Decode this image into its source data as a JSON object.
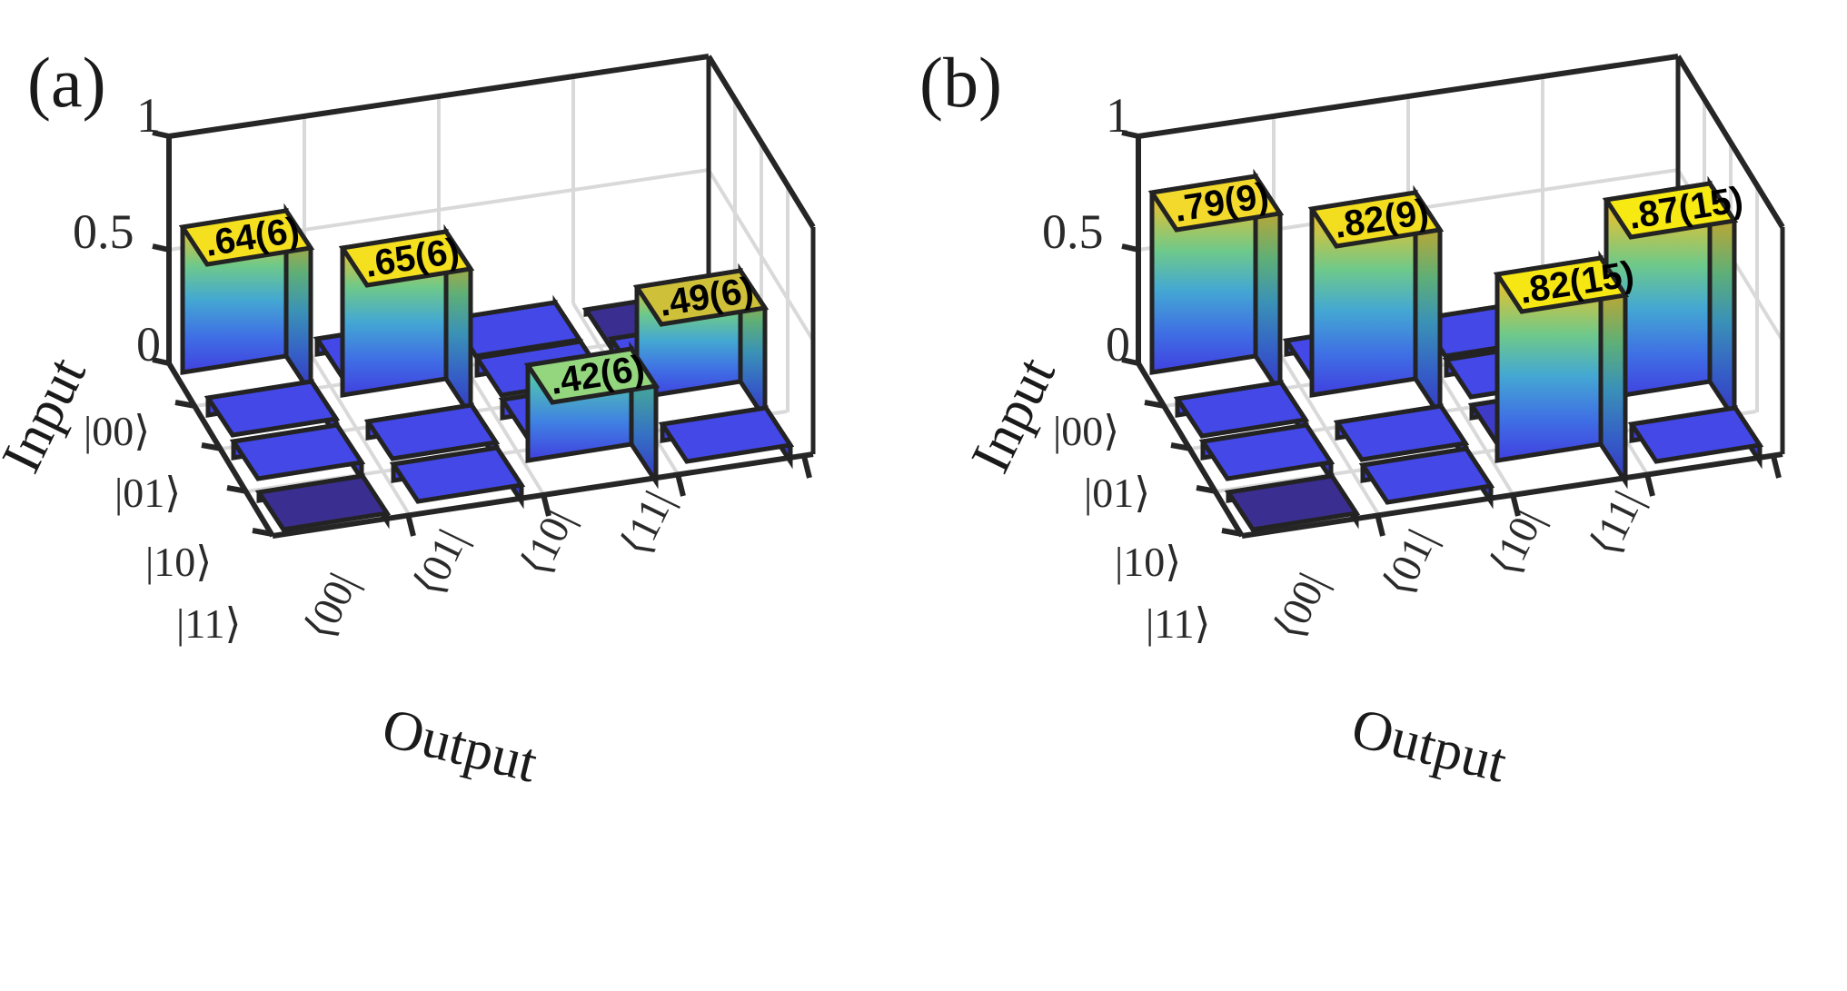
{
  "figure": {
    "panels": [
      {
        "tag": "(a)",
        "z_axis": {
          "ticks": [
            "0",
            "0.5",
            "1"
          ],
          "range": [
            0,
            1
          ]
        },
        "input_axis": {
          "title": "Input",
          "ticks": [
            "|00⟩",
            "|01⟩",
            "|10⟩",
            "|11⟩"
          ]
        },
        "output_axis": {
          "title": "Output",
          "ticks": [
            "⟨00|",
            "⟨01|",
            "⟨10|",
            "⟨11|"
          ]
        },
        "labels": [
          ".64(6)",
          ".65(6)",
          ".49(6)",
          ".42(6)"
        ]
      },
      {
        "tag": "(b)",
        "z_axis": {
          "ticks": [
            "0",
            "0.5",
            "1"
          ],
          "range": [
            0,
            1
          ]
        },
        "input_axis": {
          "title": "Input",
          "ticks": [
            "|00⟩",
            "|01⟩",
            "|10⟩",
            "|11⟩"
          ]
        },
        "output_axis": {
          "title": "Output",
          "ticks": [
            "⟨00|",
            "⟨01|",
            "⟨10|",
            "⟨11|"
          ]
        },
        "labels": [
          ".79(9)",
          ".82(9)",
          ".82(15)",
          ".87(15)"
        ]
      }
    ]
  },
  "chart_data": [
    {
      "type": "bar",
      "title": "(a)",
      "subtitle": "",
      "xlabel": "Output",
      "ylabel": "Input",
      "zlabel": "",
      "zlim": [
        0,
        1
      ],
      "zticks": [
        0,
        0.5,
        1
      ],
      "grid": true,
      "legend": "none",
      "categories_x": [
        "⟨00|",
        "⟨01|",
        "⟨10|",
        "⟨11|"
      ],
      "categories_y": [
        "|00⟩",
        "|01⟩",
        "|10⟩",
        "|11⟩"
      ],
      "matrix": [
        [
          0.64,
          0.07,
          0.07,
          0.02
        ],
        [
          0.08,
          0.65,
          0.08,
          0.07
        ],
        [
          0.07,
          0.07,
          0.08,
          0.49
        ],
        [
          0.02,
          0.07,
          0.42,
          0.07
        ]
      ],
      "annotations": [
        {
          "row": "|00⟩",
          "col": "⟨00|",
          "text": ".64(6)",
          "value": 0.64,
          "uncertainty": 0.06
        },
        {
          "row": "|01⟩",
          "col": "⟨01|",
          "text": ".65(6)",
          "value": 0.65,
          "uncertainty": 0.06
        },
        {
          "row": "|10⟩",
          "col": "⟨11|",
          "text": ".49(6)",
          "value": 0.49,
          "uncertainty": 0.06
        },
        {
          "row": "|11⟩",
          "col": "⟨10|",
          "text": ".42(6)",
          "value": 0.42,
          "uncertainty": 0.06
        }
      ],
      "colormap": "viridis-like (dark blue low → yellow high)"
    },
    {
      "type": "bar",
      "title": "(b)",
      "subtitle": "",
      "xlabel": "Output",
      "ylabel": "Input",
      "zlabel": "",
      "zlim": [
        0,
        1
      ],
      "zticks": [
        0,
        0.5,
        1
      ],
      "grid": true,
      "legend": "none",
      "categories_x": [
        "⟨00|",
        "⟨01|",
        "⟨10|",
        "⟨11|"
      ],
      "categories_y": [
        "|00⟩",
        "|01⟩",
        "|10⟩",
        "|11⟩"
      ],
      "matrix": [
        [
          0.79,
          0.06,
          0.07,
          0.02
        ],
        [
          0.07,
          0.82,
          0.06,
          0.06
        ],
        [
          0.07,
          0.06,
          0.05,
          0.87
        ],
        [
          0.02,
          0.06,
          0.82,
          0.07
        ]
      ],
      "annotations": [
        {
          "row": "|00⟩",
          "col": "⟨00|",
          "text": ".79(9)",
          "value": 0.79,
          "uncertainty": 0.09
        },
        {
          "row": "|01⟩",
          "col": "⟨01|",
          "text": ".82(9)",
          "value": 0.82,
          "uncertainty": 0.09
        },
        {
          "row": "|10⟩",
          "col": "⟨11|",
          "text": ".87(15)",
          "value": 0.87,
          "uncertainty": 0.15
        },
        {
          "row": "|11⟩",
          "col": "⟨10|",
          "text": ".82(15)",
          "value": 0.82,
          "uncertainty": 0.15
        }
      ],
      "colormap": "viridis-like (dark blue low → yellow high)"
    }
  ],
  "colors": {
    "axis": "#262626",
    "grid": "#d9d9d9",
    "bar_edge": "#232323",
    "low": "#332a86",
    "mid_low": "#3f4ed6",
    "mid": "#3ba3d0",
    "mid_high": "#6ecf7a",
    "high": "#f5e11f",
    "background": "#ffffff"
  }
}
